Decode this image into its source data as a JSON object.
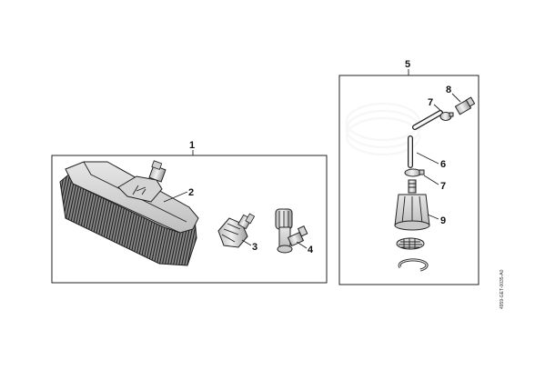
{
  "diagram": {
    "doc_code": "4959-GET-0035-A0",
    "callouts": {
      "kit_left": "1",
      "brush": "2",
      "nozzle": "3",
      "rotary_nozzle": "4",
      "kit_right": "5",
      "hose": "6",
      "clamp_upper": "7",
      "clamp_lower": "7",
      "connector": "8",
      "suction_filter": "9"
    }
  }
}
